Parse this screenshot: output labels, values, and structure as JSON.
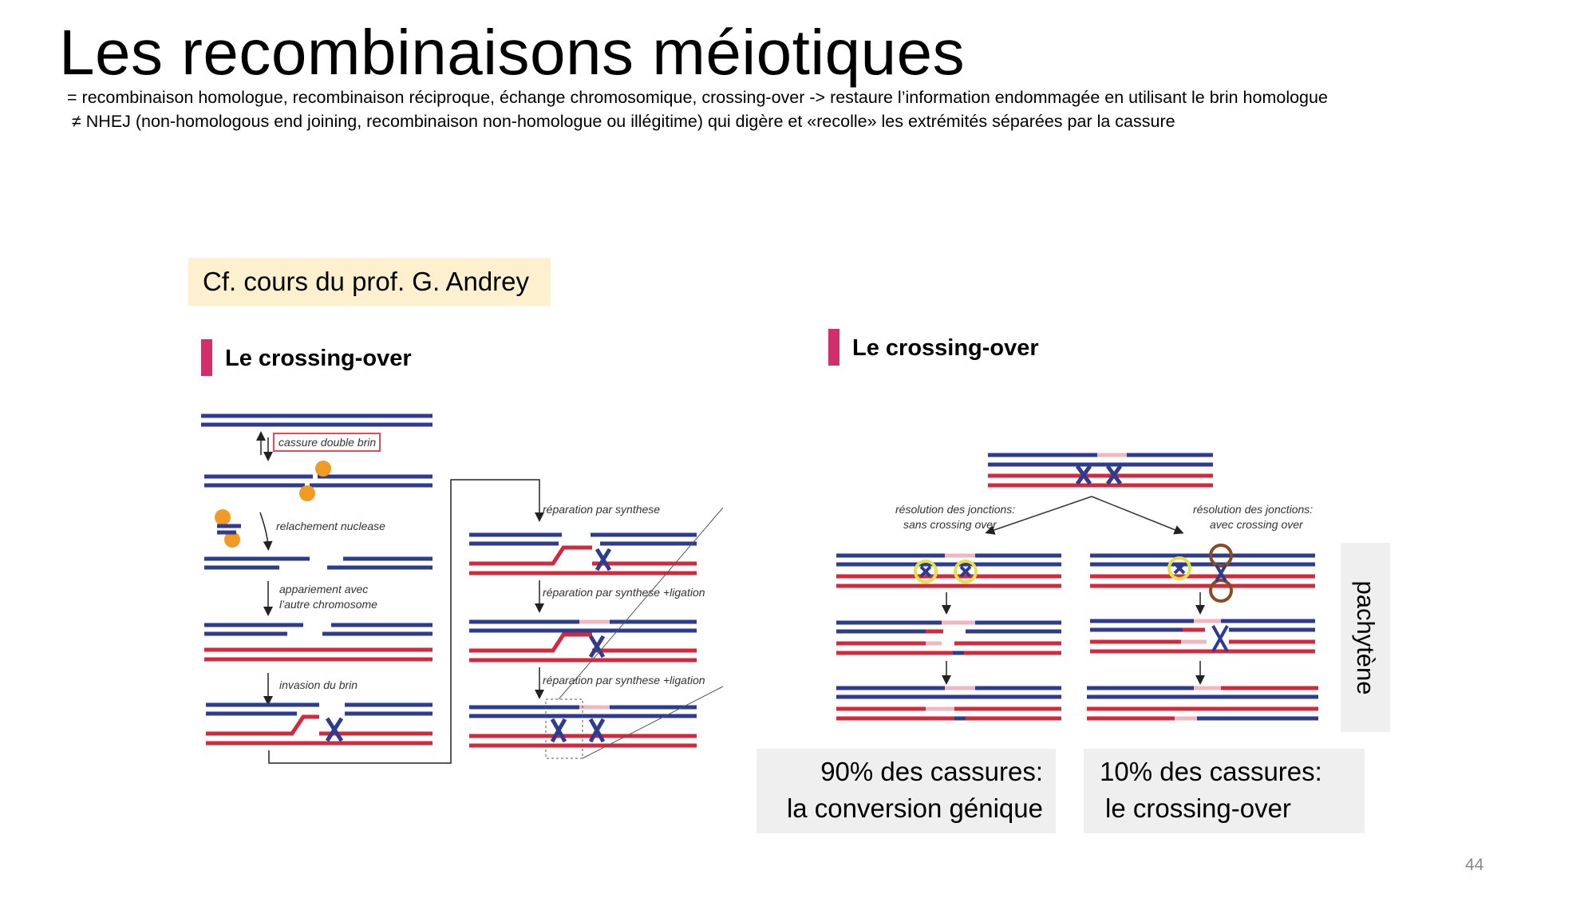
{
  "slide": {
    "title": "Les recombinaisons méiotiques",
    "line1": "= recombinaison homologue,  recombinaison réciproque, échange chromosomique,  crossing-over -> restaure l’information endommagée  en utilisant le brin homologue",
    "line2": "≠ NHEJ (non-homologous  end joining, recombinaison non-homologue  ou illégitime) qui digère et «recolle» les extrémités séparées par la cassure",
    "note": "Cf. cours du prof. G. Andrey",
    "page_number": "44"
  },
  "left_figure": {
    "header": "Le crossing-over",
    "labels": {
      "break": "cassure double brin",
      "nuclease": "relachement nuclease",
      "pairing_1": "appariement avec",
      "pairing_2": "l’autre chromosome",
      "invasion": "invasion du brin",
      "synthesis": "réparation par synthese",
      "ligation_1": "réparation par synthese +ligation",
      "ligation_2": "réparation par synthese +ligation"
    }
  },
  "right_figure": {
    "header": "Le crossing-over",
    "left_branch_1": "résolution des jonctions:",
    "left_branch_2": "sans crossing over",
    "right_branch_1": "résolution des jonctions:",
    "right_branch_2": "avec crossing over",
    "stage": "pachytène",
    "box_left_line1": "90% des cassures:",
    "box_left_line2": "la conversion génique",
    "box_right_line1": "10% des cassures:",
    "box_right_line2": "le crossing-over"
  },
  "colors": {
    "blue_strand": "#2e3c8f",
    "red_strand": "#d22a3c",
    "pink_new": "#f1b7bf",
    "orange_protein": "#f39a24",
    "accent_bar": "#d12f6b",
    "note_bg": "#fdf0cf"
  }
}
